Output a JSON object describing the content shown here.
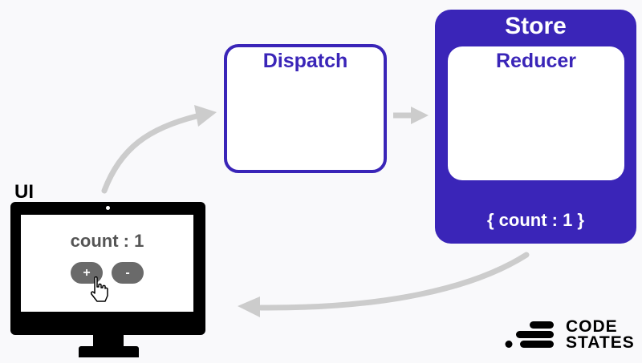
{
  "ui": {
    "label": "UI",
    "count_text": "count : 1",
    "increment_label": "+",
    "decrement_label": "-"
  },
  "dispatch": {
    "title": "Dispatch"
  },
  "store": {
    "title": "Store",
    "reducer_title": "Reducer",
    "state_text": "{ count : 1 }"
  },
  "logo": {
    "line1": "CODE",
    "line2": "STATES"
  },
  "colors": {
    "accent": "#3a25b8",
    "arrow": "#cccccc",
    "monitor": "#000000",
    "button": "#6a6a6a"
  }
}
